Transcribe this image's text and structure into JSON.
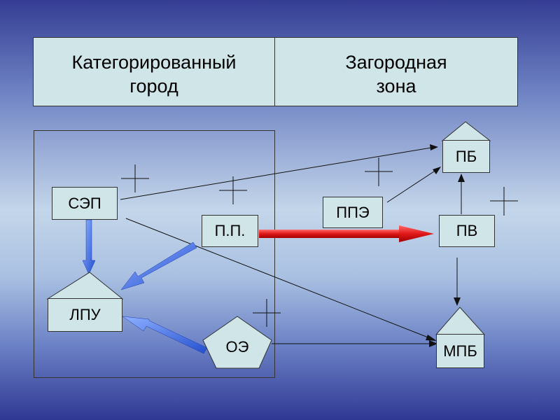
{
  "header": {
    "left_title": "Категорированный\nгород",
    "right_title": "Загородная\nзона"
  },
  "nodes": {
    "sep": "СЭП",
    "lpu": "ЛПУ",
    "pp": "П.П.",
    "oe": "ОЭ",
    "ppe": "ППЭ",
    "pb": "ПБ",
    "pv": "ПВ",
    "mpb": "МПБ"
  },
  "colors": {
    "box_fill": "#cfe5e8",
    "blue_arrow": "#3f6fe0",
    "red_arrow": "#e01818",
    "line": "#111111"
  }
}
